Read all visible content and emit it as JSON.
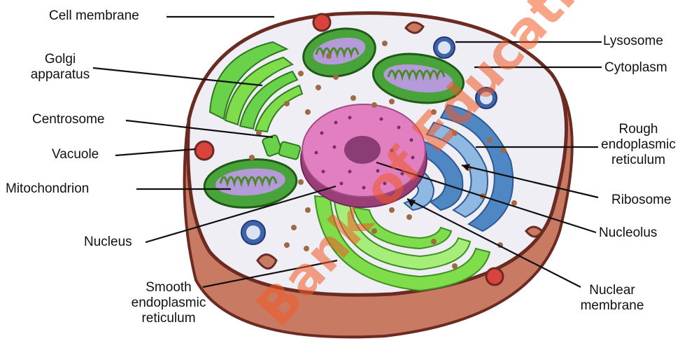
{
  "labels": {
    "cell_membrane": "Cell membrane",
    "golgi": [
      "Golgi",
      "apparatus"
    ],
    "centrosome": "Centrosome",
    "vacuole": "Vacuole",
    "mitochondrion": "Mitochondrion",
    "nucleus": "Nucleus",
    "smooth_er": [
      "Smooth",
      "endoplasmic",
      "reticulum"
    ],
    "lysosome": "Lysosome",
    "cytoplasm": "Cytoplasm",
    "rough_er": [
      "Rough",
      "endoplasmic",
      "reticulum"
    ],
    "ribosome": "Ribosome",
    "nucleolus": "Nucleolus",
    "nuclear_membrane": [
      "Nuclear",
      "membrane"
    ]
  },
  "colors": {
    "membrane": "#6b2a22",
    "cell_side": "#c97a62",
    "cytoplasm": "#eeeef4",
    "nucleus": "#e27fc0",
    "nucleolus": "#8a3c75",
    "golgi": "#6ad14a",
    "smooth_er": "#7fdc4a",
    "rough_er": "#4f86c4",
    "mitochondrion": "#48a43a",
    "vacuole": "#d8433e",
    "lysosome": "#3f63a8",
    "ribosome": "#9e6a45",
    "watermark": "#f15a24"
  },
  "watermark": "Bank of Education"
}
